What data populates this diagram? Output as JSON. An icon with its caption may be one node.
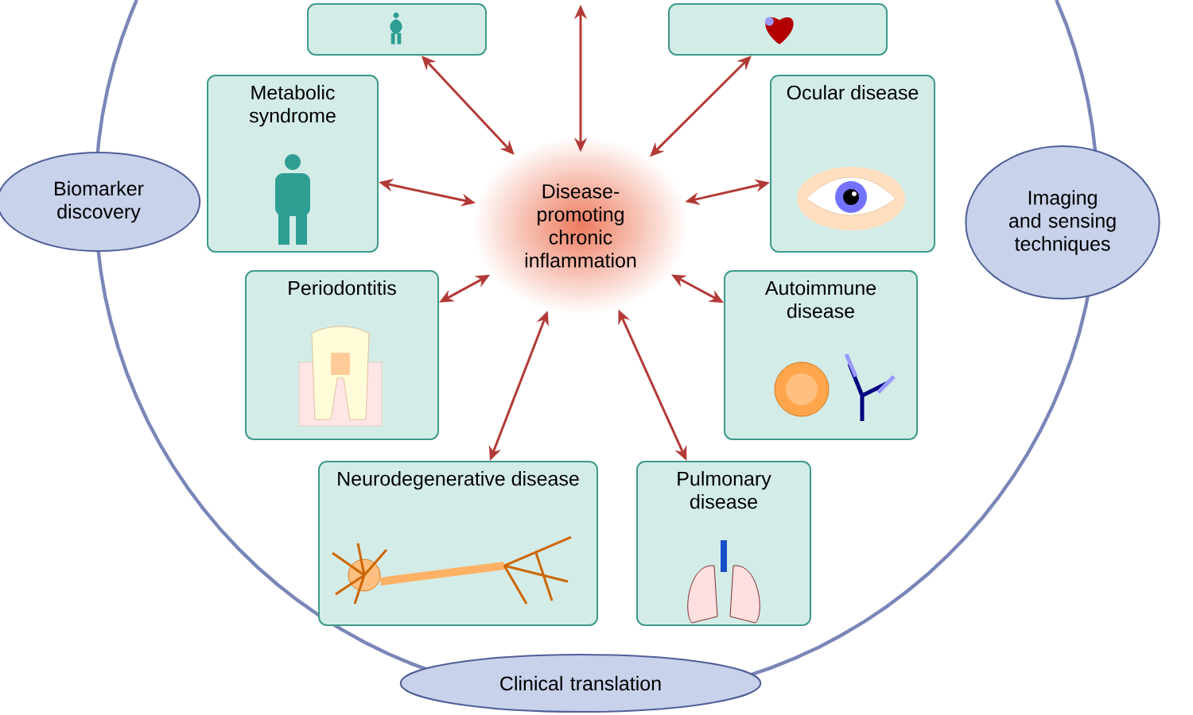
{
  "diagram": {
    "nodes": [
      {
        "text": [
          "Disease-promoting chronic inflammation"
        ]
      },
      {
        "text": [],
        "shape": "box"
      },
      {
        "text": [],
        "shape": "box"
      },
      {
        "text": [
          "Metabolic syndrome"
        ]
      },
      {
        "text": [
          "Ocular disease"
        ]
      },
      {
        "text": [
          "Periodontitis"
        ]
      },
      {
        "text": [
          "Autoimmune disease"
        ]
      },
      {
        "text": [
          "Neurodegenerative disease"
        ]
      },
      {
        "text": [
          "Pulmonary disease"
        ]
      },
      {
        "text": [
          "Biomarker discovery"
        ]
      },
      {
        "text": [
          "Imaging and sensing techniques"
        ]
      },
      {
        "text": [
          "Clinical translation"
        ]
      }
    ],
    "edges": [
      {
        "from": null,
        "to": 0,
        "arrow": "both"
      },
      {
        "from": 0,
        "to": 1,
        "arrow": "both"
      },
      {
        "from": 0,
        "to": 2,
        "arrow": "both"
      },
      {
        "from": 0,
        "to": 3,
        "arrow": "both"
      },
      {
        "from": 0,
        "to": 4,
        "arrow": "both"
      },
      {
        "from": 0,
        "to": 5,
        "arrow": "both"
      },
      {
        "from": 0,
        "to": 6,
        "arrow": "both"
      },
      {
        "from": 0,
        "to": 7,
        "arrow": "both"
      },
      {
        "from": 0,
        "to": 8,
        "arrow": "both"
      }
    ]
  }
}
